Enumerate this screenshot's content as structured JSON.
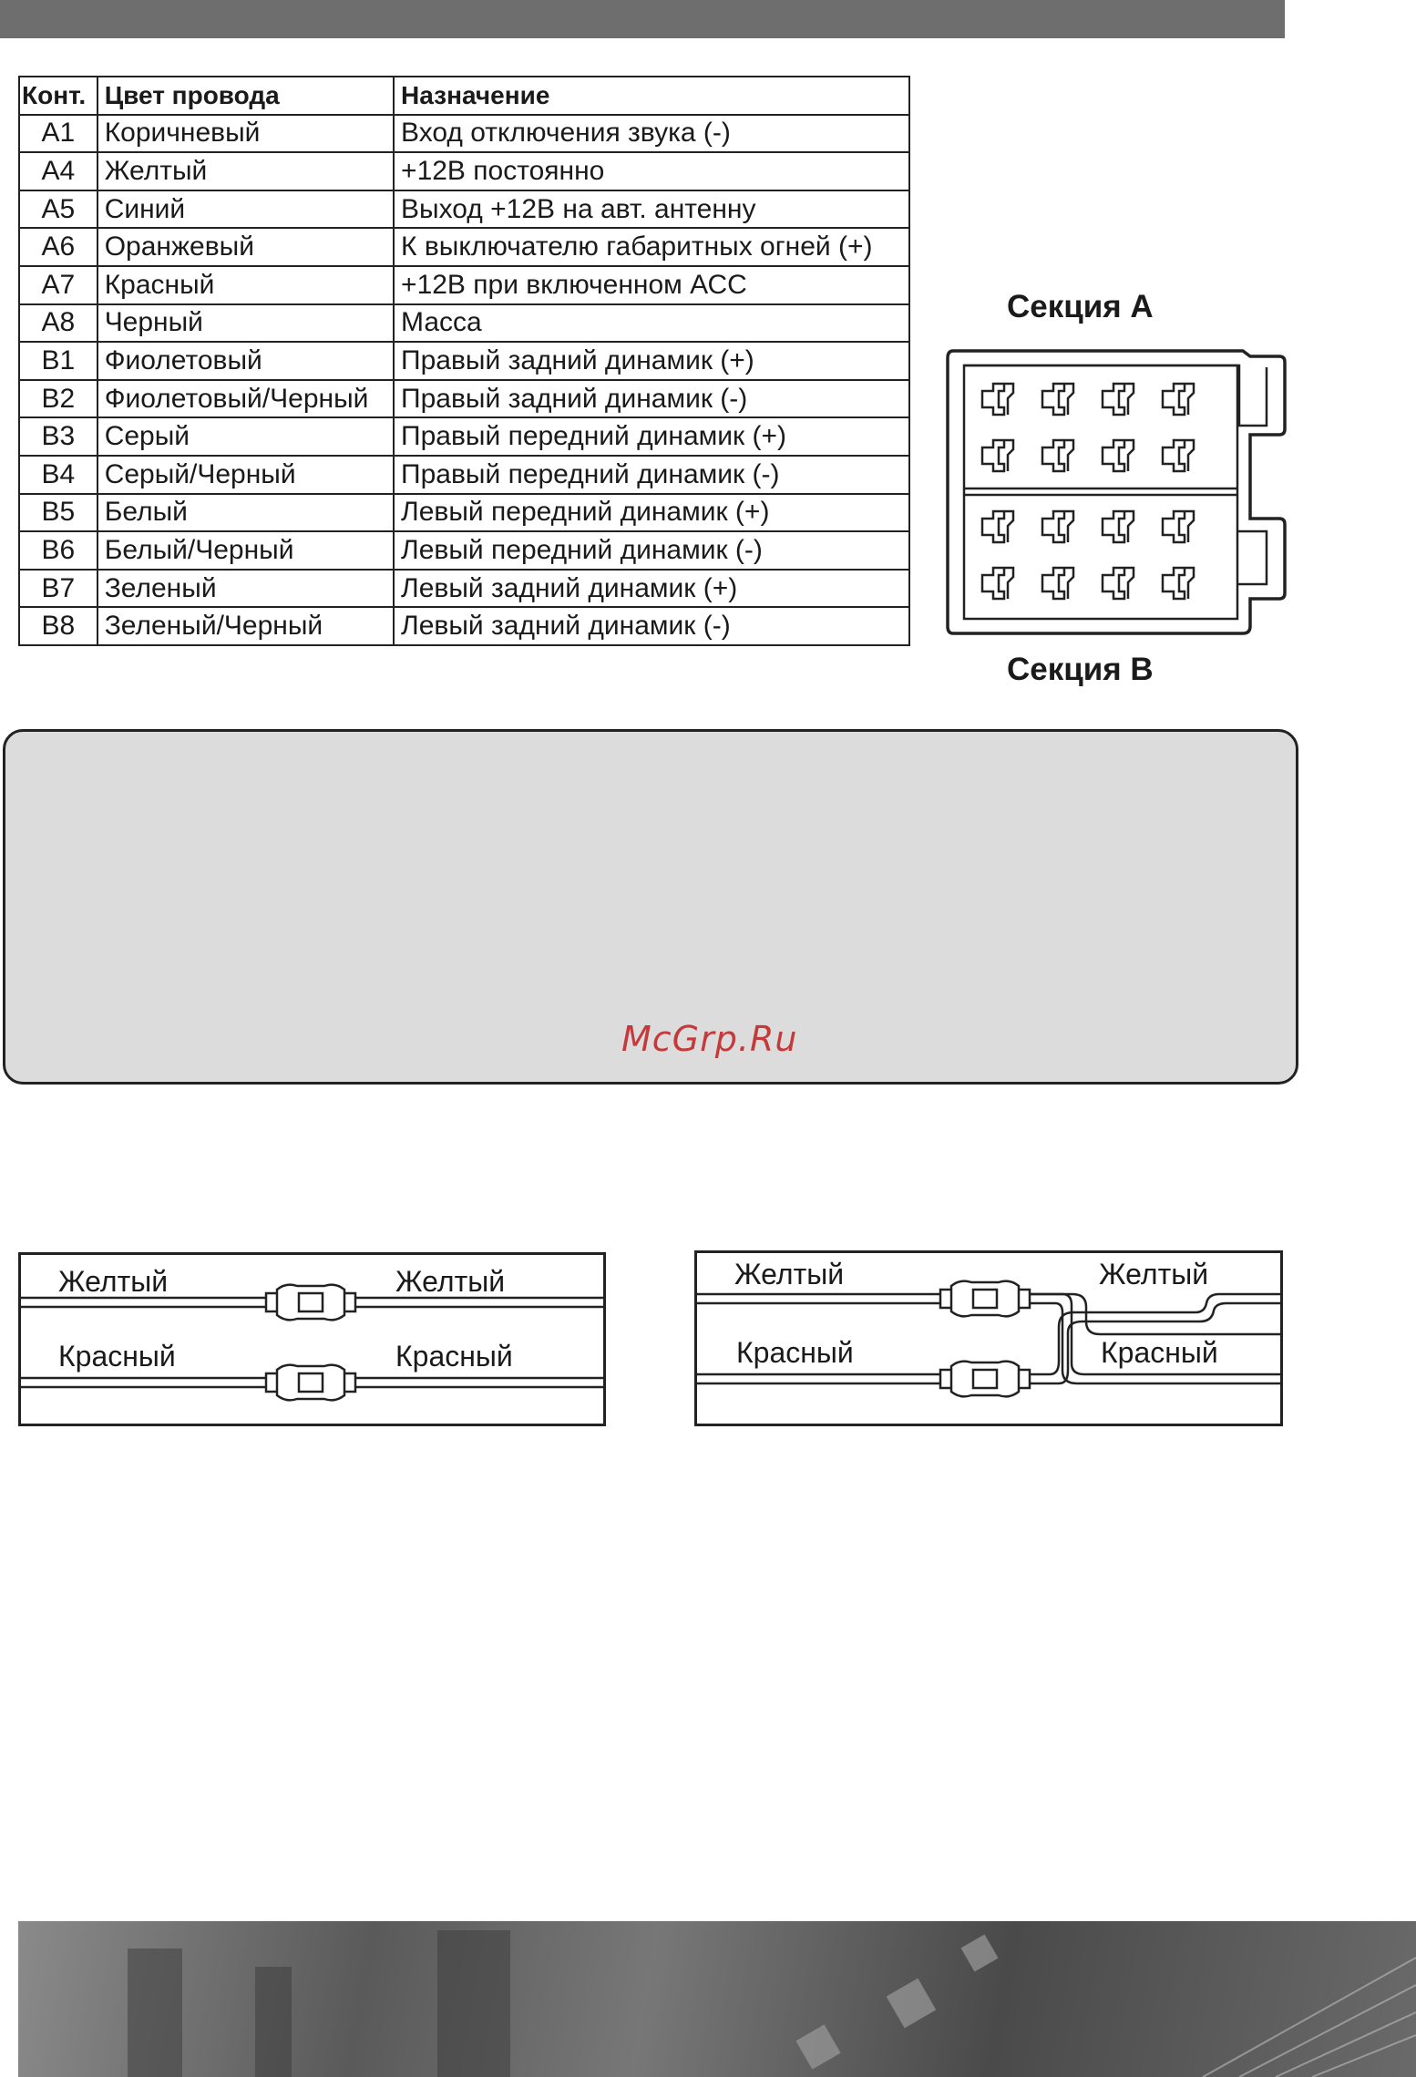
{
  "table": {
    "headers": [
      "Конт.",
      "Цвет провода",
      "Назначение"
    ],
    "rows": [
      [
        "A1",
        "Коричневый",
        "Вход отключения звука (-)"
      ],
      [
        "A4",
        "Желтый",
        "+12В постоянно"
      ],
      [
        "A5",
        "Синий",
        "Выход +12В на авт. антенну"
      ],
      [
        "A6",
        "Оранжевый",
        "К выключателю габаритных огней (+)"
      ],
      [
        "A7",
        "Красный",
        "+12В при включенном АСС"
      ],
      [
        "A8",
        "Черный",
        "Масса"
      ],
      [
        "B1",
        "Фиолетовый",
        "Правый задний динамик (+)"
      ],
      [
        "B2",
        "Фиолетовый/Черный",
        "Правый задний динамик (-)"
      ],
      [
        "B3",
        "Серый",
        "Правый передний динамик (+)"
      ],
      [
        "B4",
        "Серый/Черный",
        "Правый передний динамик (-)"
      ],
      [
        "B5",
        "Белый",
        "Левый передний динамик (+)"
      ],
      [
        "B6",
        "Белый/Черный",
        "Левый передний динамик (-)"
      ],
      [
        "B7",
        "Зеленый",
        "Левый задний динамик (+)"
      ],
      [
        "B8",
        "Зеленый/Черный",
        "Левый задний динамик (-)"
      ]
    ]
  },
  "connector": {
    "section_a_label": "Секция A",
    "section_b_label": "Секция B"
  },
  "watermark": "McGrp.Ru",
  "wiring_left": {
    "top_left": "Желтый",
    "top_right": "Желтый",
    "bottom_left": "Красный",
    "bottom_right": "Красный"
  },
  "wiring_right": {
    "top_left": "Желтый",
    "top_right": "Желтый",
    "bottom_left": "Красный",
    "bottom_right": "Красный"
  },
  "colors": {
    "band": "#6e6e6e",
    "infobox": "#dcdcdc",
    "watermark": "#c43a3a"
  }
}
